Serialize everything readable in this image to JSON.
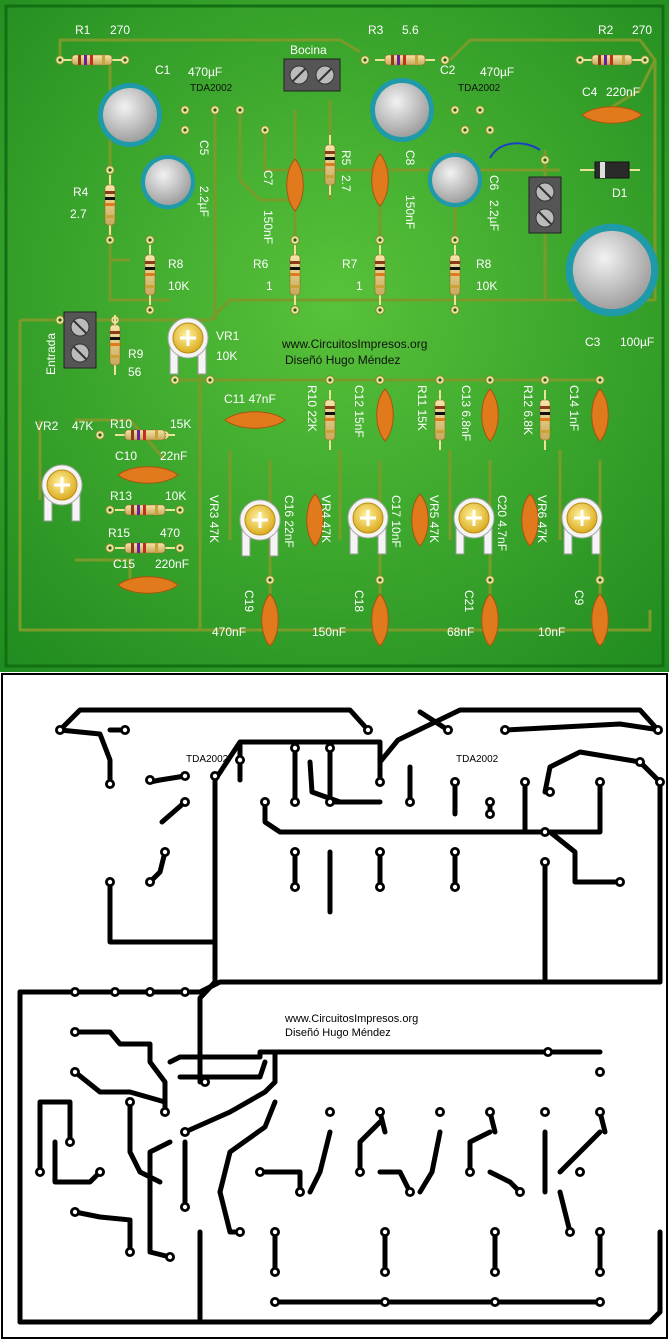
{
  "board": {
    "labels": {
      "r1": "R1",
      "r1v": "270",
      "r3": "R3",
      "r3v": "5.6",
      "r2": "R2",
      "r2v": "270",
      "bocina": "Bocina",
      "c1": "C1",
      "c1v": "470µF",
      "tda_left": "TDA2002",
      "c2": "C2",
      "c2v": "470µF",
      "tda_right": "TDA2002",
      "c4": "C4",
      "c4v": "220nF",
      "r4": "R4",
      "r4v": "2.7",
      "c5": "C5",
      "c5v": "2.2µF",
      "c7": "C7",
      "c7v": "150nF",
      "r5": "R5",
      "r5v": "2.7",
      "c8": "C8",
      "c8v": "150nF",
      "c6": "C6",
      "c6v": "2.2µF",
      "d1": "D1",
      "r8a": "R8",
      "r8av": "10K",
      "r6": "R6",
      "r6v": "1",
      "r7": "R7",
      "r7v": "1",
      "r8b": "R8",
      "r8bv": "10K",
      "c3": "C3",
      "c3v": "100µF",
      "entrada": "Entrada",
      "r9": "R9",
      "r9v": "56",
      "vr1": "VR1",
      "vr1v": "10K",
      "site": "www.CircuitosImpresos.org",
      "designer": "Diseñó   Hugo Méndez",
      "c11": "C11 47nF",
      "r10": "R10",
      "r10v": "15K",
      "vr2": "VR2",
      "vr2v": "47K",
      "c10": "C10",
      "c10v": "22nF",
      "r13": "R13",
      "r13v": "10K",
      "r15": "R15",
      "r15v": "470",
      "c15": "C15",
      "c15v": "220nF",
      "r10b": "R10 22K",
      "c12": "C12 15nF",
      "r11": "R11 15K",
      "c13": "C13 6.8nF",
      "r12": "R12 6.8K",
      "c14": "C14 1nF",
      "vr3": "VR3 47K",
      "c16": "C16 22nF",
      "vr4": "VR4 47K",
      "c17": "C17 10nF",
      "vr5": "VR5 47K",
      "c20": "C20 4.7nF",
      "vr6": "VR6 47K",
      "c19": "C19",
      "c19v": "470nF",
      "c18": "C18",
      "c18v": "150nF",
      "c21": "C21",
      "c21v": "68nF",
      "c9": "C9",
      "c9v": "10nF"
    }
  },
  "pcb": {
    "tda_left": "TDA2002",
    "tda_right": "TDA2002",
    "site": "www.CircuitosImpresos.org",
    "designer": "Diseñó   Hugo Méndez"
  },
  "colors": {
    "board_green": "#2f9a2f",
    "board_border": "#127012",
    "trace": "#7a9a2a",
    "cap_orange": "#e07a1c",
    "electrolytic_teal": "#1f9aa8",
    "pot_yellow": "#f0c832",
    "pcb_trace": "#000000"
  },
  "icons": [
    "resistor-icon",
    "capacitor-icon",
    "electrolytic-capacitor-icon",
    "trimmer-pot-icon",
    "terminal-block-icon",
    "diode-icon"
  ]
}
